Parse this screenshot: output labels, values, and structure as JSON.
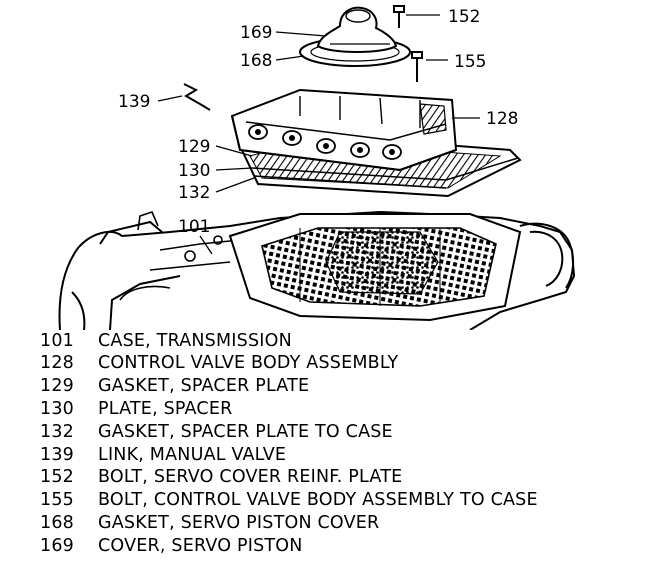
{
  "callouts": [
    {
      "ref": "169"
    },
    {
      "ref": "152"
    },
    {
      "ref": "168"
    },
    {
      "ref": "155"
    },
    {
      "ref": "139"
    },
    {
      "ref": "128"
    },
    {
      "ref": "129"
    },
    {
      "ref": "130"
    },
    {
      "ref": "132"
    },
    {
      "ref": "101"
    }
  ],
  "legend": [
    {
      "ref": "101",
      "desc": "CASE, TRANSMISSION"
    },
    {
      "ref": "128",
      "desc": "CONTROL VALVE BODY ASSEMBLY"
    },
    {
      "ref": "129",
      "desc": "GASKET, SPACER PLATE"
    },
    {
      "ref": "130",
      "desc": "PLATE, SPACER"
    },
    {
      "ref": "132",
      "desc": "GASKET, SPACER PLATE TO CASE"
    },
    {
      "ref": "139",
      "desc": "LINK, MANUAL VALVE"
    },
    {
      "ref": "152",
      "desc": "BOLT, SERVO COVER REINF. PLATE"
    },
    {
      "ref": "155",
      "desc": "BOLT, CONTROL VALVE BODY ASSEMBLY TO CASE"
    },
    {
      "ref": "168",
      "desc": "GASKET, SERVO PISTON COVER"
    },
    {
      "ref": "169",
      "desc": "COVER, SERVO PISTON"
    }
  ]
}
